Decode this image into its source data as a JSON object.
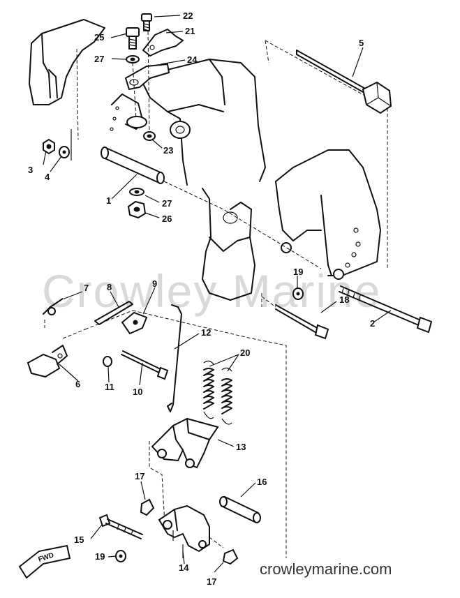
{
  "watermark": "Crowley Marine",
  "site_url": "crowleymarine.com",
  "fwd_label": "FWD",
  "labels": {
    "l1": "1",
    "l2": "2",
    "l3": "3",
    "l4": "4",
    "l5": "5",
    "l6": "6",
    "l7": "7",
    "l8": "8",
    "l9": "9",
    "l10": "10",
    "l11": "11",
    "l12": "12",
    "l13": "13",
    "l14": "14",
    "l15": "15",
    "l16": "16",
    "l17a": "17",
    "l17b": "17",
    "l18": "18",
    "l19a": "19",
    "l19b": "19",
    "l20": "20",
    "l21": "21",
    "l22": "22",
    "l23": "23",
    "l24": "24",
    "l25": "25",
    "l26": "26",
    "l27a": "27",
    "l27b": "27"
  }
}
